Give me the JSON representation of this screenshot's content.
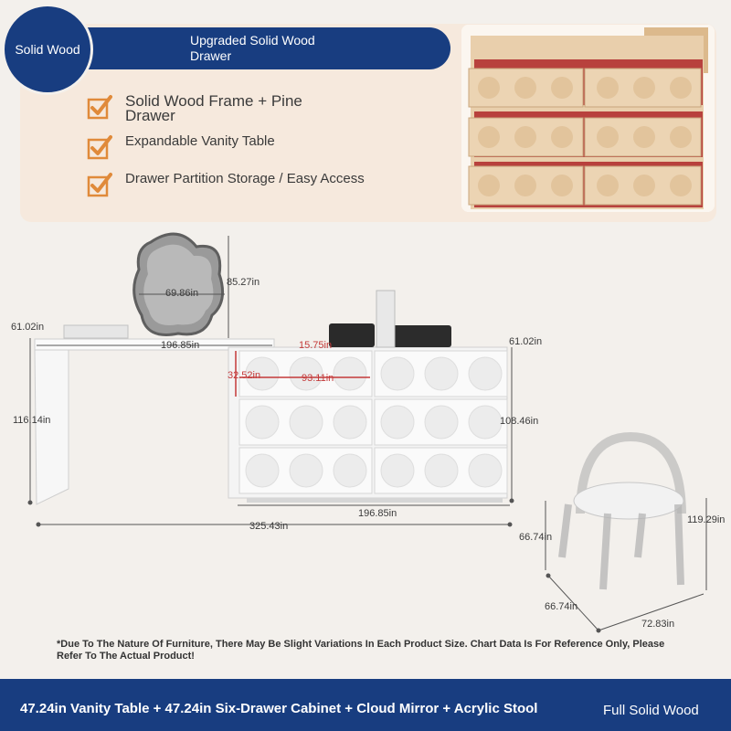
{
  "badge": "Solid Wood",
  "banner_title": "Upgraded Solid Wood Drawer",
  "features": [
    "Solid Wood Frame + Pine Drawer",
    "Expandable Vanity Table",
    "Drawer Partition Storage / Easy Access"
  ],
  "dimensions": {
    "mirror_height": "85.27in",
    "mirror_width": "69.86in",
    "depth_left": "61.02in",
    "top_length": "196.85in",
    "drawer_depth_small": "15.75in",
    "depth_right": "61.02in",
    "drawer_height": "32.52in",
    "drawer_width": "93.11in",
    "left_height": "116.14in",
    "cabinet_height": "108.46in",
    "cabinet_length": "196.85in",
    "total_length": "325.43in",
    "stool_seat_height": "66.74in",
    "stool_height": "119.29in",
    "stool_depth": "66.74in",
    "stool_width": "72.83in"
  },
  "note": "*Due To The Nature Of Furniture, There May Be Slight Variations In Each Product Size. Chart Data Is For Reference Only, Please Refer To The Actual Product!",
  "footer": {
    "text": "47.24in Vanity Table + 47.24in Six-Drawer Cabinet + Cloud Mirror + Acrylic Stool",
    "tag": "Full Solid Wood"
  },
  "colors": {
    "navy": "#183d80",
    "check_orange": "#e08a3a",
    "panel_peach": "#f6e9dd",
    "dimension_red": "#c43a3a"
  }
}
